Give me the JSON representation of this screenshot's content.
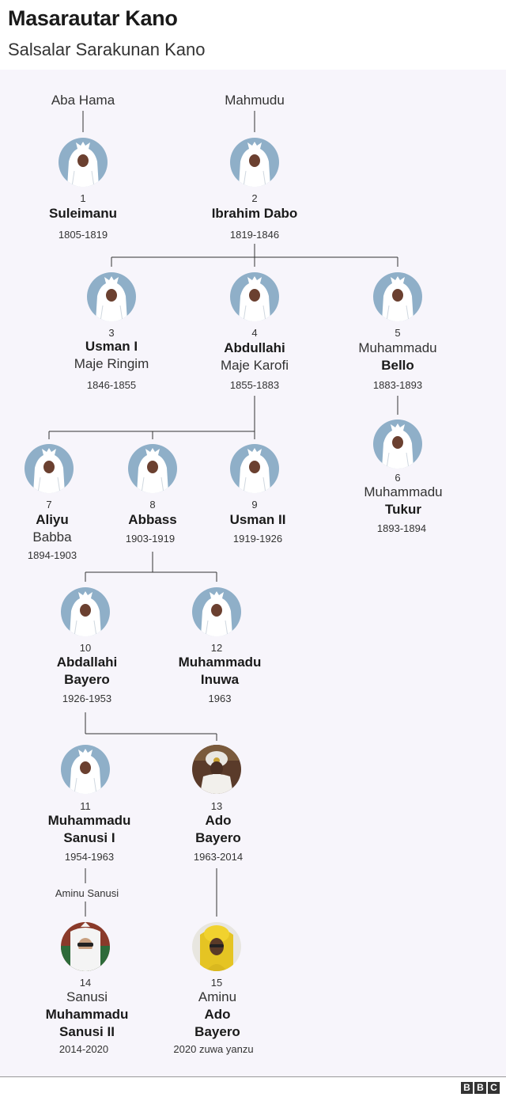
{
  "header": {
    "title": "Masarautar Kano",
    "subtitle": "Salsalar Sarakunan Kano"
  },
  "colors": {
    "silhouette_bg": "#8fafc8",
    "line": "#333333",
    "panel_bg": "#f7f5fb"
  },
  "roots": [
    {
      "id": "aba",
      "label": "Aba Hama"
    },
    {
      "id": "mahmudu",
      "label": "Mahmudu"
    }
  ],
  "rulers": [
    {
      "id": "r1",
      "number": "1",
      "name_lines": [
        {
          "text": "Suleimanu",
          "bold": true
        }
      ],
      "years": "1805-1819",
      "portrait": "silhouette-icon"
    },
    {
      "id": "r2",
      "number": "2",
      "name_lines": [
        {
          "text": "Ibrahim Dabo",
          "bold": true
        }
      ],
      "years": "1819-1846",
      "portrait": "silhouette-icon"
    },
    {
      "id": "r3",
      "number": "3",
      "name_lines": [
        {
          "text": "Usman I",
          "bold": true
        },
        {
          "text": "Maje Ringim",
          "bold": false
        }
      ],
      "years": "1846-1855",
      "portrait": "silhouette-icon"
    },
    {
      "id": "r4",
      "number": "4",
      "name_lines": [
        {
          "text": "Abdullahi",
          "bold": true
        },
        {
          "text": "Maje Karofi",
          "bold": false
        }
      ],
      "years": "1855-1883",
      "portrait": "silhouette-icon"
    },
    {
      "id": "r5",
      "number": "5",
      "name_lines": [
        {
          "text": "Muhammadu",
          "bold": false
        },
        {
          "text": "Bello",
          "bold": true
        }
      ],
      "years": "1883-1893",
      "portrait": "silhouette-icon"
    },
    {
      "id": "r6",
      "number": "6",
      "name_lines": [
        {
          "text": "Muhammadu",
          "bold": false
        },
        {
          "text": "Tukur",
          "bold": true
        }
      ],
      "years": "1893-1894",
      "portrait": "silhouette-icon"
    },
    {
      "id": "r7",
      "number": "7",
      "name_lines": [
        {
          "text": "Aliyu",
          "bold": true
        },
        {
          "text": "Babba",
          "bold": false
        }
      ],
      "years": "1894-1903",
      "portrait": "silhouette-icon"
    },
    {
      "id": "r8",
      "number": "8",
      "name_lines": [
        {
          "text": "Abbass",
          "bold": true
        }
      ],
      "years": "1903-1919",
      "portrait": "silhouette-icon"
    },
    {
      "id": "r9",
      "number": "9",
      "name_lines": [
        {
          "text": "Usman II",
          "bold": true
        }
      ],
      "years": "1919-1926",
      "portrait": "silhouette-icon"
    },
    {
      "id": "r10",
      "number": "10",
      "name_lines": [
        {
          "text": "Abdallahi",
          "bold": true
        },
        {
          "text": "Bayero",
          "bold": true
        }
      ],
      "years": "1926-1953",
      "portrait": "silhouette-icon"
    },
    {
      "id": "r12",
      "number": "12",
      "name_lines": [
        {
          "text": "Muhammadu",
          "bold": true
        },
        {
          "text": "Inuwa",
          "bold": true
        }
      ],
      "years": "1963",
      "portrait": "silhouette-icon"
    },
    {
      "id": "r11",
      "number": "11",
      "name_lines": [
        {
          "text": "Muhammadu",
          "bold": true
        },
        {
          "text": "Sanusi I",
          "bold": true
        }
      ],
      "years": "1954-1963",
      "portrait": "silhouette-icon"
    },
    {
      "id": "r13",
      "number": "13",
      "name_lines": [
        {
          "text": "Ado",
          "bold": true
        },
        {
          "text": "Bayero",
          "bold": true
        }
      ],
      "years": "1963-2014",
      "portrait": "photo-ado-icon"
    },
    {
      "id": "r14",
      "number": "14",
      "name_lines": [
        {
          "text": "Sanusi",
          "bold": false
        },
        {
          "text": "Muhammadu",
          "bold": true
        },
        {
          "text": "Sanusi II",
          "bold": true
        }
      ],
      "years": "2014-2020",
      "portrait": "photo-sanusi-icon"
    },
    {
      "id": "r15",
      "number": "15",
      "name_lines": [
        {
          "text": "Aminu",
          "bold": false
        },
        {
          "text": "Ado",
          "bold": true
        },
        {
          "text": "Bayero",
          "bold": true
        }
      ],
      "years": "2020 zuwa yanzu",
      "portrait": "photo-aminu-icon"
    }
  ],
  "intermediate": [
    {
      "id": "aminu-sanusi",
      "label": "Aminu Sanusi"
    }
  ],
  "footer": {
    "logo_letters": [
      "B",
      "B",
      "C"
    ]
  }
}
